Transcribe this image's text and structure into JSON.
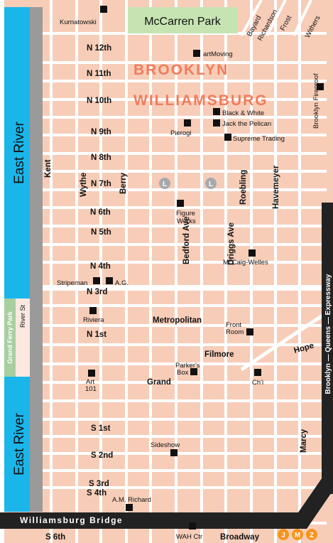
{
  "map": {
    "title_line1": "BROOKLYN",
    "title_line2": "WILLIAMSBURG",
    "colors": {
      "block": "#f7cdb8",
      "street": "#ffffff",
      "water": "#1ab6ea",
      "park": "#c6e4b2",
      "title": "#f07c5c",
      "highway": "#222222",
      "subway_L": "#a7a9ac",
      "subway_JMZ": "#f7941d"
    },
    "water": {
      "upper": "East River",
      "lower": "East River"
    },
    "parks": {
      "mccarren": "McCarren Park",
      "grand_ferry": "Grand Ferry Park"
    },
    "highways": {
      "bqe": "Brooklyn — Queens — Expressway",
      "bridge": "Williamsburg Bridge"
    },
    "streets": {
      "n12": "N 12th",
      "n11": "N 11th",
      "n10": "N 10th",
      "n9": "N 9th",
      "n8": "N 8th",
      "n7": "N 7th",
      "n6": "N 6th",
      "n5": "N 5th",
      "n4": "N 4th",
      "n3": "N 3rd",
      "n1": "N 1st",
      "s1": "S 1st",
      "s2": "S 2nd",
      "s3": "S 3rd",
      "s4": "S 4th",
      "s6": "S 6th",
      "metropolitan": "Metropolitan",
      "grand": "Grand",
      "filmore": "Filmore",
      "broadway": "Broadway",
      "hope": "Hope",
      "kent": "Kent",
      "wythe": "Wythe",
      "berry": "Berry",
      "bedford": "Bedford Ave",
      "driggs": "Driggs Ave",
      "roebling": "Roebling",
      "havemeyer": "Havemeyer",
      "marcy": "Marcy",
      "river": "River St",
      "bayard": "Bayard",
      "richardson": "Richardson",
      "frost": "Frost",
      "withers": "Withers"
    },
    "places": {
      "kurnatowski": "Kurnatowski",
      "artmoving": "artMoving",
      "black_white": "Black & White",
      "jack_pelican": "Jack the Pelican",
      "pierogi": "Pierogi",
      "supreme": "Supreme Trading",
      "brooklyn_fireproof": "Brooklyn Fireproof",
      "figure_works_1": "Figure",
      "figure_works_2": "Works",
      "mccaig": "McCaig-Welles",
      "stripeman": "Stripeman",
      "ag": "A.G.",
      "riviera": "Riviera",
      "front_room_1": "Front",
      "front_room_2": "Room",
      "parkers_1": "Parker's",
      "parkers_2": "Box",
      "art101_1": "Art",
      "art101_2": "101",
      "chi": "Ch'i",
      "sideshow": "Sideshow",
      "am_richard": "A.M. Richard",
      "wah": "WAH Ctr"
    },
    "subway": {
      "l_line": "L",
      "j_line": "J",
      "m_line": "M",
      "z_line": "Z"
    }
  }
}
